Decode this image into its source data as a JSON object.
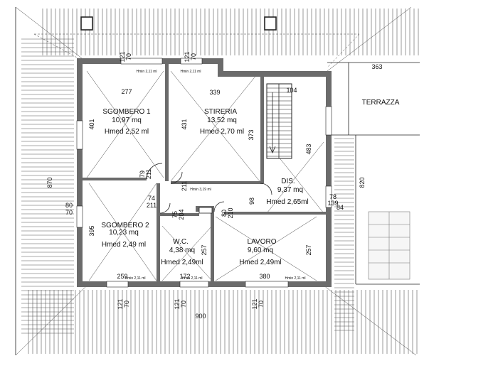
{
  "rooms": {
    "sgombero1": {
      "name": "SGOMBERO 1",
      "area": "10,97 mq",
      "hmed": "Hmed 2,52 ml"
    },
    "stireria": {
      "name": "STIRERIA",
      "area": "13,52  mq",
      "hmed": "Hmed 2,70 ml"
    },
    "dis": {
      "name": "DIS.",
      "area": "9,37  mq",
      "hmed": "Hmed 2,65ml"
    },
    "sgombero2": {
      "name": "SGOMBERO 2",
      "area": "10,23 mq",
      "hmed": "Hmed 2,49 ml"
    },
    "wc": {
      "name": "W.C.",
      "area": "4,38 mq",
      "hmed": "Hmed 2,49ml"
    },
    "lavoro": {
      "name": "LAVORO",
      "area": "9,60 mq",
      "hmed": "Hmed 2,49ml"
    },
    "terrazza": {
      "name": "TERRAZZA"
    }
  },
  "dimensions": {
    "d277": "277",
    "d339": "339",
    "d363": "363",
    "d104": "104",
    "d401": "401",
    "d431": "431",
    "d373": "373",
    "d483": "483",
    "d870l": "870",
    "d820r": "820",
    "d80": "80",
    "d70m": "70",
    "d395": "395",
    "d257a": "257",
    "d257b": "257",
    "d98": "98",
    "d259": "259",
    "d172": "172",
    "d380": "380",
    "d900": "900",
    "d78": "78",
    "d139": "139",
    "d84": "84",
    "d121": "121",
    "d70": "70",
    "d74": "74",
    "d211": "211",
    "d75": "75",
    "d204": "204",
    "d210": "210",
    "d80b": "80",
    "d211b": "211",
    "d79": "79",
    "d211c": "211"
  },
  "hmin_labels": {
    "h211": "Hmin 2,11 ml",
    "h319": "Hmin 3,19 ml"
  }
}
